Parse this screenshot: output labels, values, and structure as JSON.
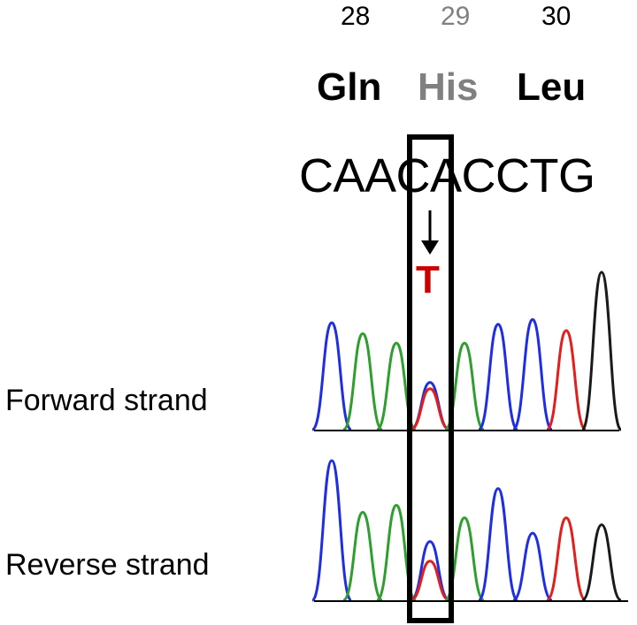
{
  "codon_numbers": [
    {
      "label": "28",
      "color": "#000000"
    },
    {
      "label": "29",
      "color": "#808080"
    },
    {
      "label": "30",
      "color": "#000000"
    }
  ],
  "amino_acids": [
    {
      "label": "Gln",
      "color": "#000000"
    },
    {
      "label": "His",
      "color": "#808080"
    },
    {
      "label": "Leu",
      "color": "#000000"
    }
  ],
  "sequence": "CAACACCTG",
  "mutation": {
    "base": "T",
    "color": "#cc0000"
  },
  "strands": {
    "forward": "Forward strand",
    "reverse": "Reverse strand"
  },
  "base_colors": {
    "A": "#2f9e2f",
    "C": "#1f2fe0",
    "G": "#1a1a1a",
    "T": "#e01f1f"
  },
  "chromatogram": {
    "forward_peaks": [
      {
        "base": "C",
        "level": 0.68
      },
      {
        "base": "A",
        "level": 0.61
      },
      {
        "base": "A",
        "level": 0.55
      },
      {
        "base": "C",
        "level": 0.3
      },
      {
        "base": "T",
        "level": 0.26
      },
      {
        "base": "A",
        "level": 0.55
      },
      {
        "base": "C",
        "level": 0.67
      },
      {
        "base": "C",
        "level": 0.7
      },
      {
        "base": "T",
        "level": 0.63
      },
      {
        "base": "G",
        "level": 1.0
      }
    ],
    "reverse_peaks": [
      {
        "base": "C",
        "level": 1.0
      },
      {
        "base": "A",
        "level": 0.63
      },
      {
        "base": "A",
        "level": 0.68
      },
      {
        "base": "C",
        "level": 0.42
      },
      {
        "base": "T",
        "level": 0.28
      },
      {
        "base": "A",
        "level": 0.59
      },
      {
        "base": "C",
        "level": 0.8
      },
      {
        "base": "C",
        "level": 0.48
      },
      {
        "base": "T",
        "level": 0.59
      },
      {
        "base": "G",
        "level": 0.54
      }
    ]
  }
}
